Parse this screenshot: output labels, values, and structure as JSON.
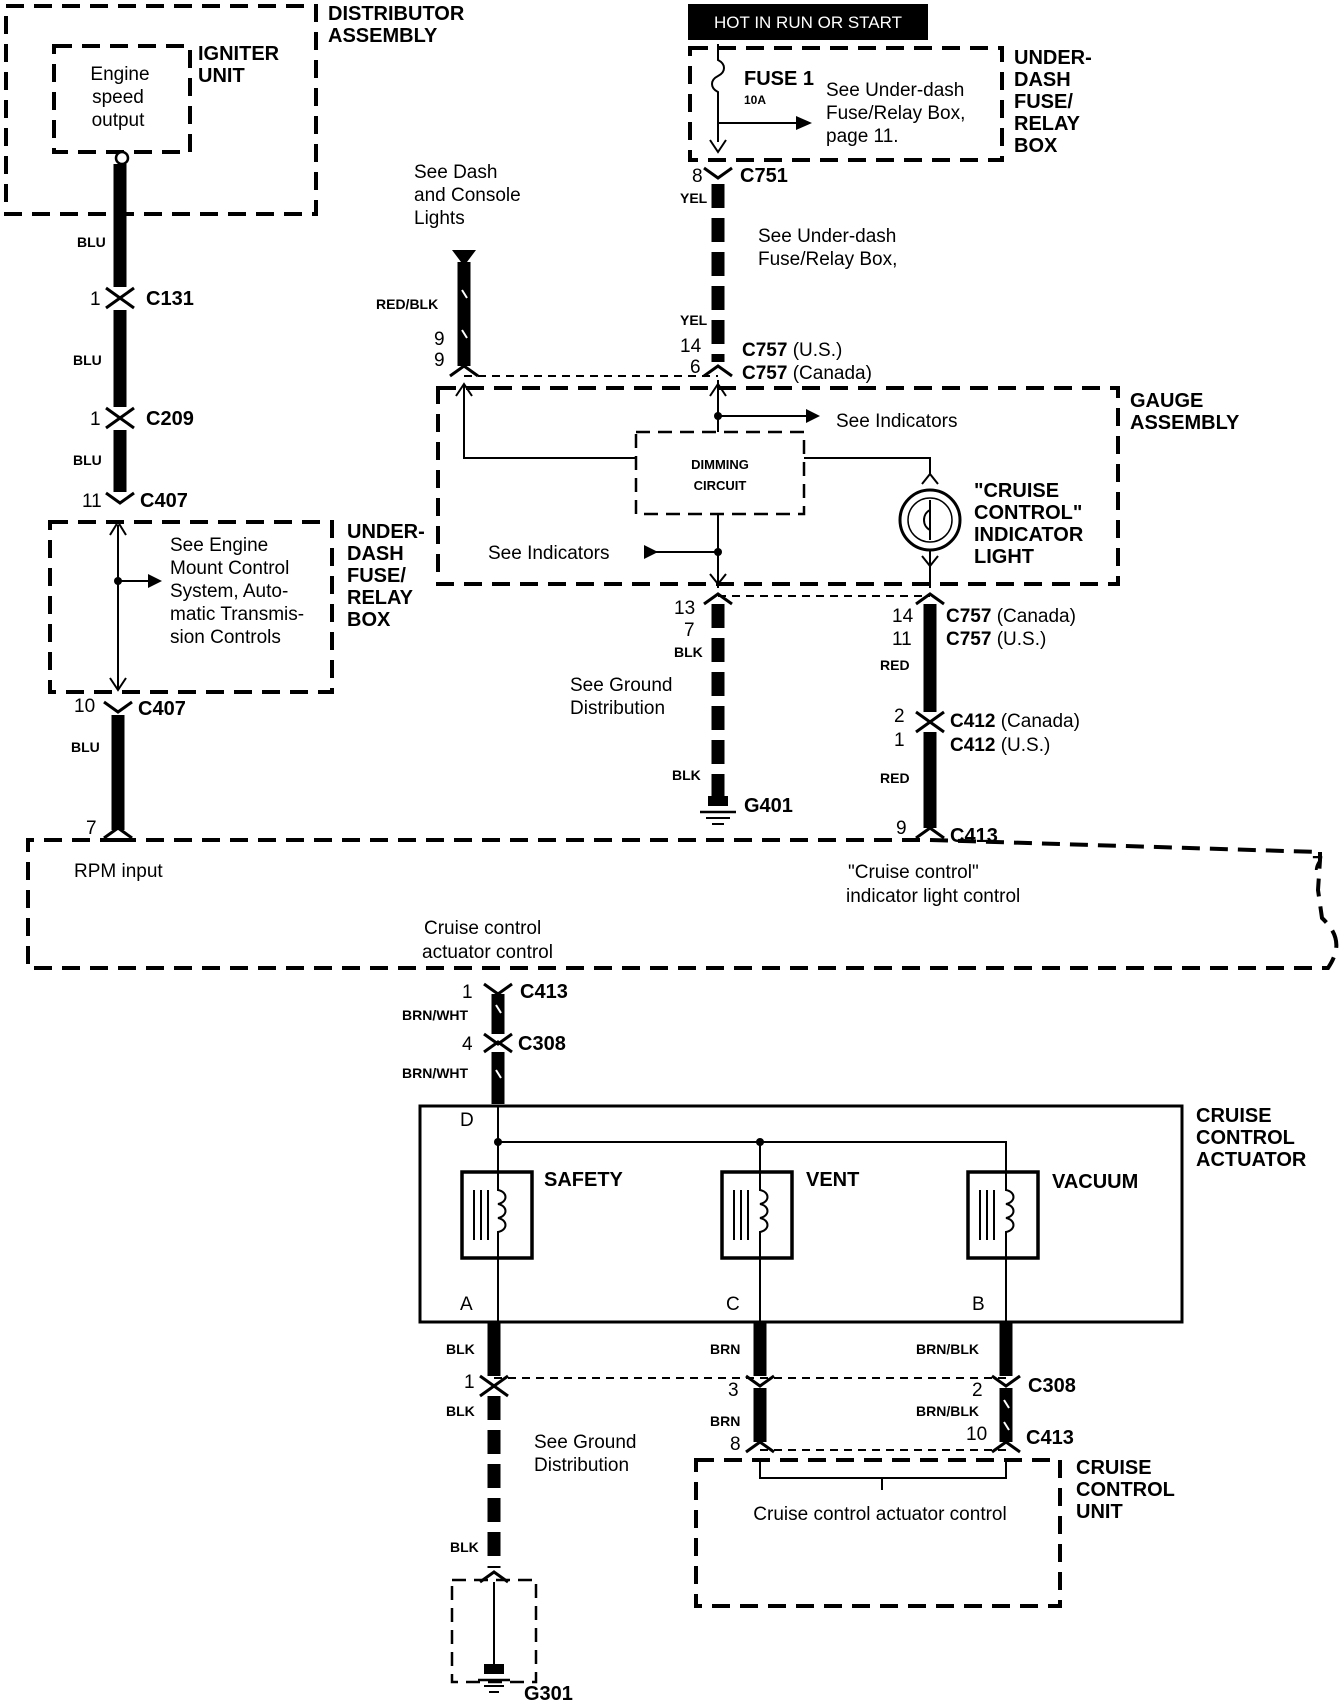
{
  "labels": {
    "distributor": [
      "DISTRIBUTOR",
      "ASSEMBLY"
    ],
    "igniter": [
      "IGNITER",
      "UNIT"
    ],
    "engine_speed": [
      "Engine",
      "speed",
      "output"
    ],
    "hot_in_run": "HOT IN RUN OR START",
    "fuse": "FUSE 1",
    "fuse_rating": "10A",
    "fuse_note": [
      "See Under-dash",
      "Fuse/Relay Box,",
      "page 11."
    ],
    "underdash_top": [
      "UNDER-",
      "DASH",
      "FUSE/",
      "RELAY",
      "BOX"
    ],
    "dash_lights": [
      "See Dash",
      "and Console",
      "Lights"
    ],
    "underdash_note": [
      "See Under-dash",
      "Fuse/Relay Box,"
    ],
    "gauge": [
      "GAUGE",
      "ASSEMBLY"
    ],
    "see_indicators": "See Indicators",
    "dimming": [
      "DIMMING",
      "CIRCUIT"
    ],
    "indicator_light": [
      "\"CRUISE",
      "CONTROL\"",
      "INDICATOR",
      "LIGHT"
    ],
    "see_indicators_left": "See Indicators",
    "engine_mount": [
      "See Engine",
      "Mount Control",
      "System, Auto-",
      "matic Transmis-",
      "sion Controls"
    ],
    "underdash_mid": [
      "UNDER-",
      "DASH",
      "FUSE/",
      "RELAY",
      "BOX"
    ],
    "ground_dist_1": [
      "See Ground",
      "Distribution"
    ],
    "rpm_input": "RPM input",
    "cruise_indicator_ctrl": [
      "\"Cruise control\"",
      "indicator light control"
    ],
    "actuator_ctrl": [
      "Cruise control",
      "actuator control"
    ],
    "actuator": [
      "CRUISE",
      "CONTROL",
      "ACTUATOR"
    ],
    "safety": "SAFETY",
    "vent": "VENT",
    "vacuum": "VACUUM",
    "ground_dist_2": [
      "See Ground",
      "Distribution"
    ],
    "cruise_unit": [
      "CRUISE",
      "CONTROL",
      "UNIT"
    ],
    "actuator_ctrl_2": "Cruise control actuator control"
  },
  "connectors": {
    "c131": "C131",
    "c209": "C209",
    "c407": "C407",
    "c751": "C751",
    "c757_us": "C757 (U.S.)",
    "c757_ca": "C757 (Canada)",
    "c757_ca2": "C757 (Canada)",
    "c757_us2": "C757 (U.S.)",
    "c412_ca": "C412 (Canada)",
    "c412_us": "C412 (U.S.)",
    "c413": "C413",
    "c308": "C308",
    "g401": "G401",
    "g301": "G301"
  },
  "pins": {
    "p1a": "1",
    "p1b": "1",
    "p11": "11",
    "p10": "10",
    "p7": "7",
    "p8": "8",
    "p14": "14",
    "p6": "6",
    "p9a": "9",
    "p9b": "9",
    "p13": "13",
    "p7b": "7",
    "p14b": "14",
    "p11b": "11",
    "p2": "2",
    "p1c": "1",
    "p9c": "9",
    "p1d": "1",
    "p4": "4",
    "p1e": "1",
    "p3": "3",
    "p2b": "2",
    "p8b": "8",
    "p10b": "10",
    "pinD": "D",
    "pinA": "A",
    "pinC": "C",
    "pinB": "B"
  },
  "wires": {
    "blu": "BLU",
    "yel": "YEL",
    "redblk": "RED/BLK",
    "blk": "BLK",
    "red": "RED",
    "brnwht": "BRN/WHT",
    "brn": "BRN",
    "brnblk": "BRN/BLK"
  }
}
